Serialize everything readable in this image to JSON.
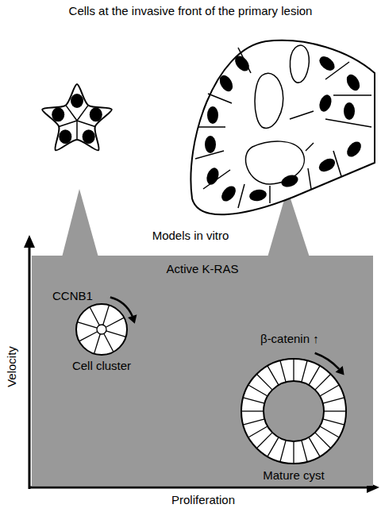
{
  "diagram": {
    "title": "Cells at the invasive front of the primary lesion",
    "nodes": [
      {
        "text": [
          "Active K-RAS"
        ]
      },
      {
        "text": [
          "Cell cluster"
        ],
        "in": 0
      },
      {
        "text": [
          "Mature cyst"
        ],
        "in": 0
      }
    ],
    "labels": [
      "Models in vitro",
      "CCNB1",
      "β-catenin ↑",
      "Velocity",
      "Proliferation"
    ]
  }
}
